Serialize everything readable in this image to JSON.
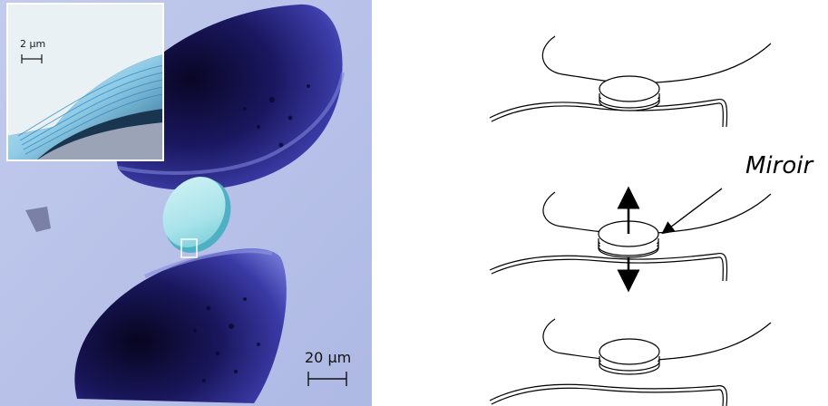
{
  "micrograph": {
    "inset_scale_label": "2 µm",
    "main_scale_label": "20 µm"
  },
  "diagram": {
    "mirror_label": "Miroir"
  },
  "colors": {
    "background_blue": "#b8c3e8",
    "cavity_dark": "#0e0a3a",
    "cavity_blue": "#4a4bb8",
    "mirror_cyan": "#a8e6ec",
    "inset_cyan": "#35a6d6"
  }
}
